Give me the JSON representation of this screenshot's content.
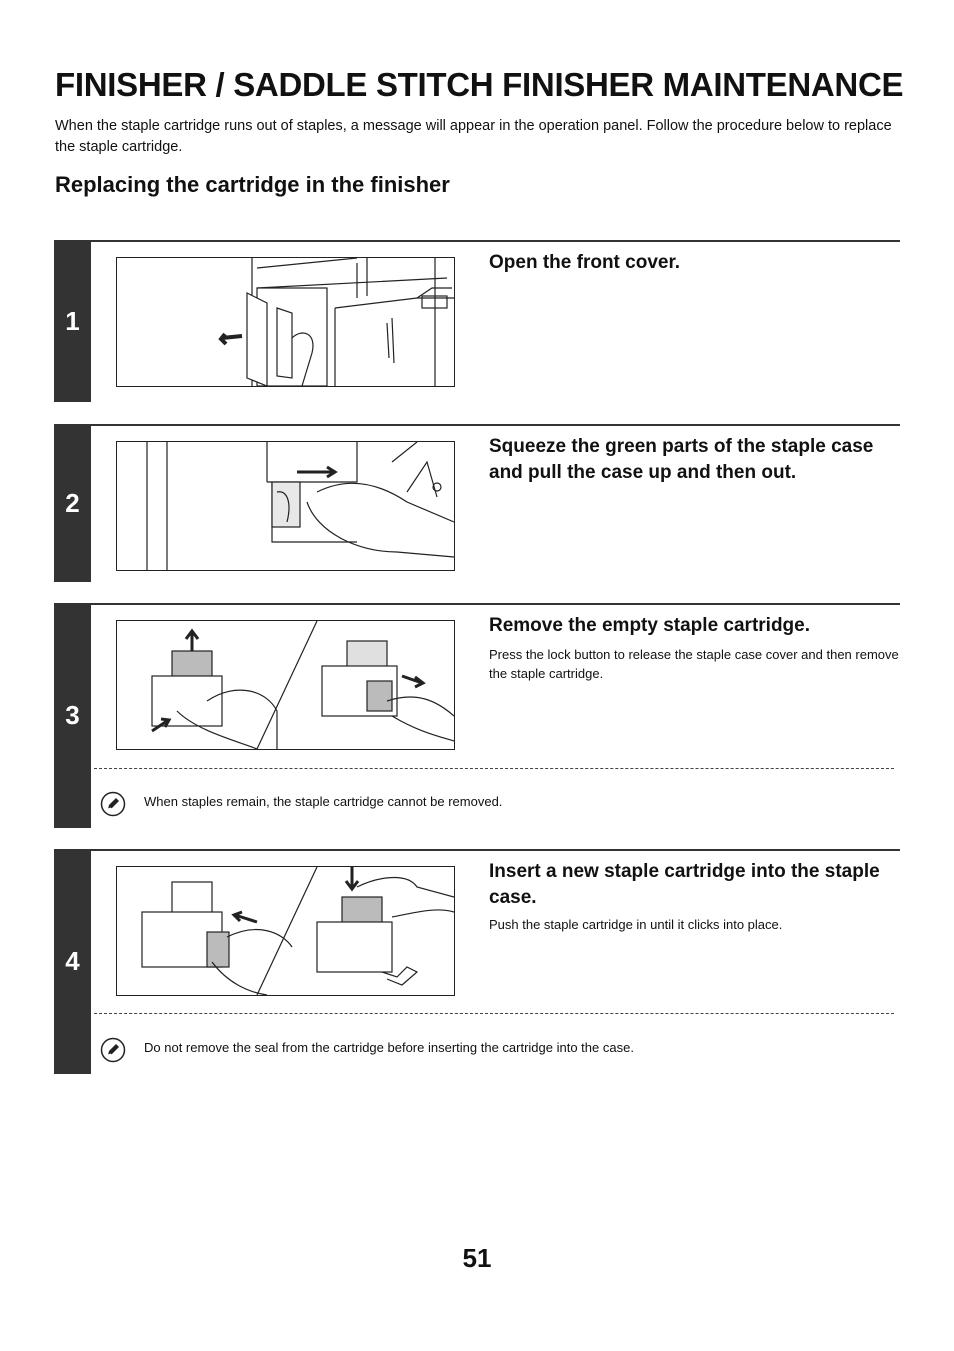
{
  "title": "FINISHER / SADDLE STITCH FINISHER MAINTENANCE",
  "intro": "When the staple cartridge runs out of staples, a message will appear in the operation panel. Follow the procedure below to replace the staple cartridge.",
  "section_title": "Replacing the cartridge in the finisher",
  "steps": [
    {
      "number": "1",
      "heading": "Open the front cover.",
      "body": "",
      "note": ""
    },
    {
      "number": "2",
      "heading": "Squeeze the green parts of the staple case and pull the case up and then out.",
      "body": "",
      "note": ""
    },
    {
      "number": "3",
      "heading": "Remove the empty staple cartridge.",
      "body": "Press the lock button to release the staple case cover and then remove the staple cartridge.",
      "note": "When staples remain, the staple cartridge cannot be removed."
    },
    {
      "number": "4",
      "heading": "Insert a new staple cartridge into the staple case.",
      "body": "Push the staple cartridge in until it clicks into place.",
      "note": "Do not remove the seal from the cartridge before inserting the cartridge into the case."
    }
  ],
  "icons": {
    "note": "pencil-note-icon"
  },
  "page_number": "51"
}
